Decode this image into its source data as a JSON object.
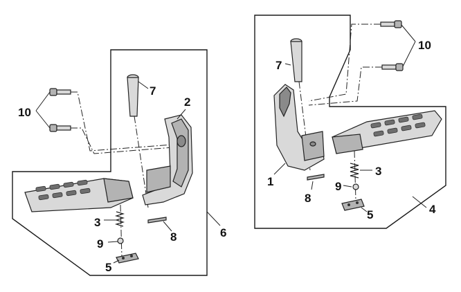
{
  "callouts": {
    "left_group": {
      "bolts": "10",
      "pin": "7",
      "bracket": "2",
      "washer": "8",
      "assembly": "6",
      "spring": "3",
      "ball": "9",
      "plate": "5"
    },
    "right_group": {
      "bolts": "10",
      "pin": "7",
      "bracket": "1",
      "washer": "8",
      "assembly": "4",
      "spring": "3",
      "ball": "9",
      "plate": "5"
    }
  },
  "colors": {
    "line": "#222222",
    "part_light": "#d9d9d9",
    "part_mid": "#b3b3b3",
    "part_dark": "#8a8a8a",
    "grip": "#6e6e6e",
    "background": "#ffffff"
  }
}
